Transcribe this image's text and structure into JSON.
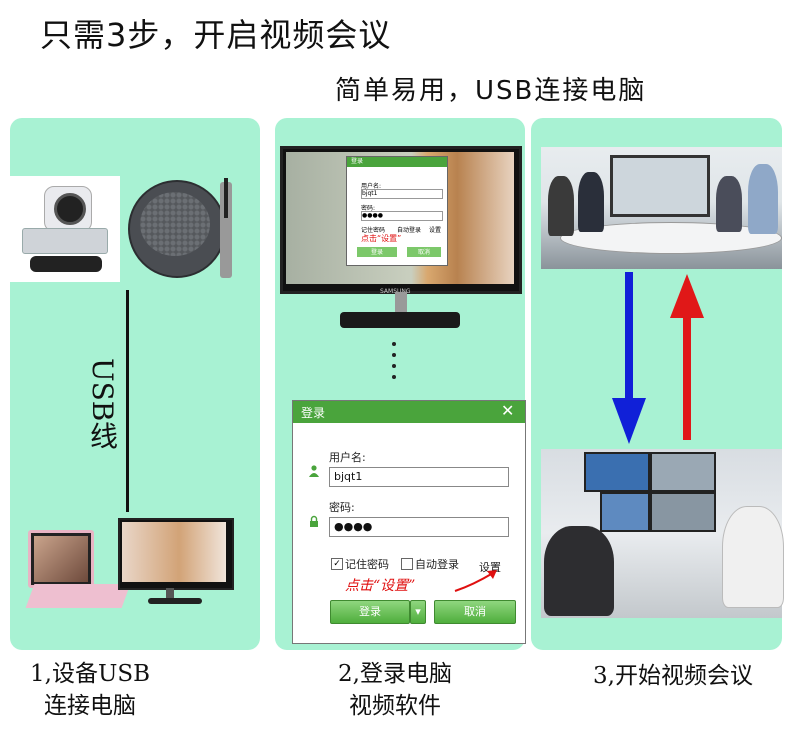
{
  "header": {
    "title": "只需3步，开启视频会议",
    "subtitle": "简单易用，USB连接电脑"
  },
  "step1": {
    "caption_line1": "1,设备USB",
    "caption_line2": "连接电脑",
    "cable_label": "USB线"
  },
  "step2": {
    "caption_line1": "2,登录电脑",
    "caption_line2": "视频软件",
    "monitor_brand": "SAMSUNG",
    "mini_dialog": {
      "title": "登录",
      "username_label": "用户名:",
      "username_value": "bjqt1",
      "password_label": "密码:",
      "password_value": "●●●●",
      "remember_label": "记住密码",
      "autologin_label": "自动登录",
      "settings_label": "设置",
      "hint": "点击“设置”",
      "login_button": "登录",
      "cancel_button": "取消"
    },
    "dialog": {
      "title": "登录",
      "close_symbol": "✕",
      "username_label": "用户名:",
      "username_value": "bjqt1",
      "password_label": "密码:",
      "password_value": "●●●●",
      "remember_label": "记住密码",
      "remember_checked": "✓",
      "autologin_label": "自动登录",
      "settings_label": "设置",
      "hint": "点击“设置”",
      "login_button": "登录",
      "cancel_button": "取消"
    }
  },
  "step3": {
    "caption": "3,开始视频会议"
  },
  "colors": {
    "panel_bg": "#a8f2d3",
    "dialog_green": "#4aa43c",
    "hint_red": "#e01010",
    "arrow_down": "#1020d8",
    "arrow_up": "#e01818"
  }
}
